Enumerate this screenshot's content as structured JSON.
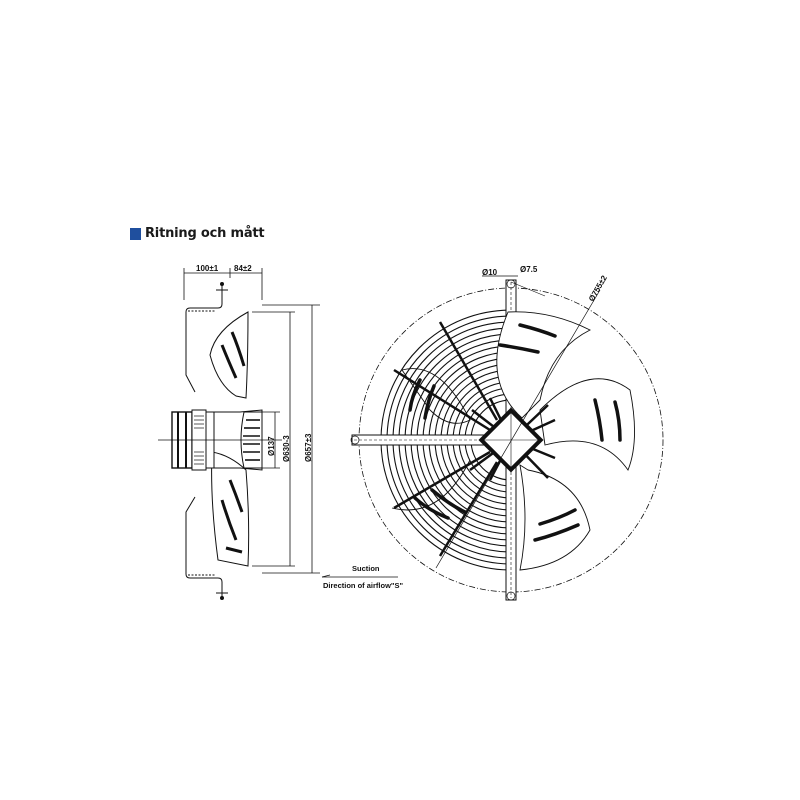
{
  "section": {
    "title": "Ritning och mått",
    "marker_color": "#1f4f9e"
  },
  "side_view": {
    "dimensions": {
      "depth_total": "100±1",
      "depth_motor": "84±2",
      "hub_diameter": "Ø137",
      "impeller_diameter": "Ø630-3",
      "guard_diameter": "Ø657±3"
    }
  },
  "front_view": {
    "dimensions": {
      "hole_diameter": "Ø10",
      "hole_spacing": "Ø7.5",
      "mounting_circle": "Ø755±2"
    },
    "blade_count": 3
  },
  "legend": {
    "section_label": "Suction",
    "airflow_label": "Direction of airflow\"S\""
  },
  "colors": {
    "line": "#111111",
    "background": "#ffffff"
  }
}
